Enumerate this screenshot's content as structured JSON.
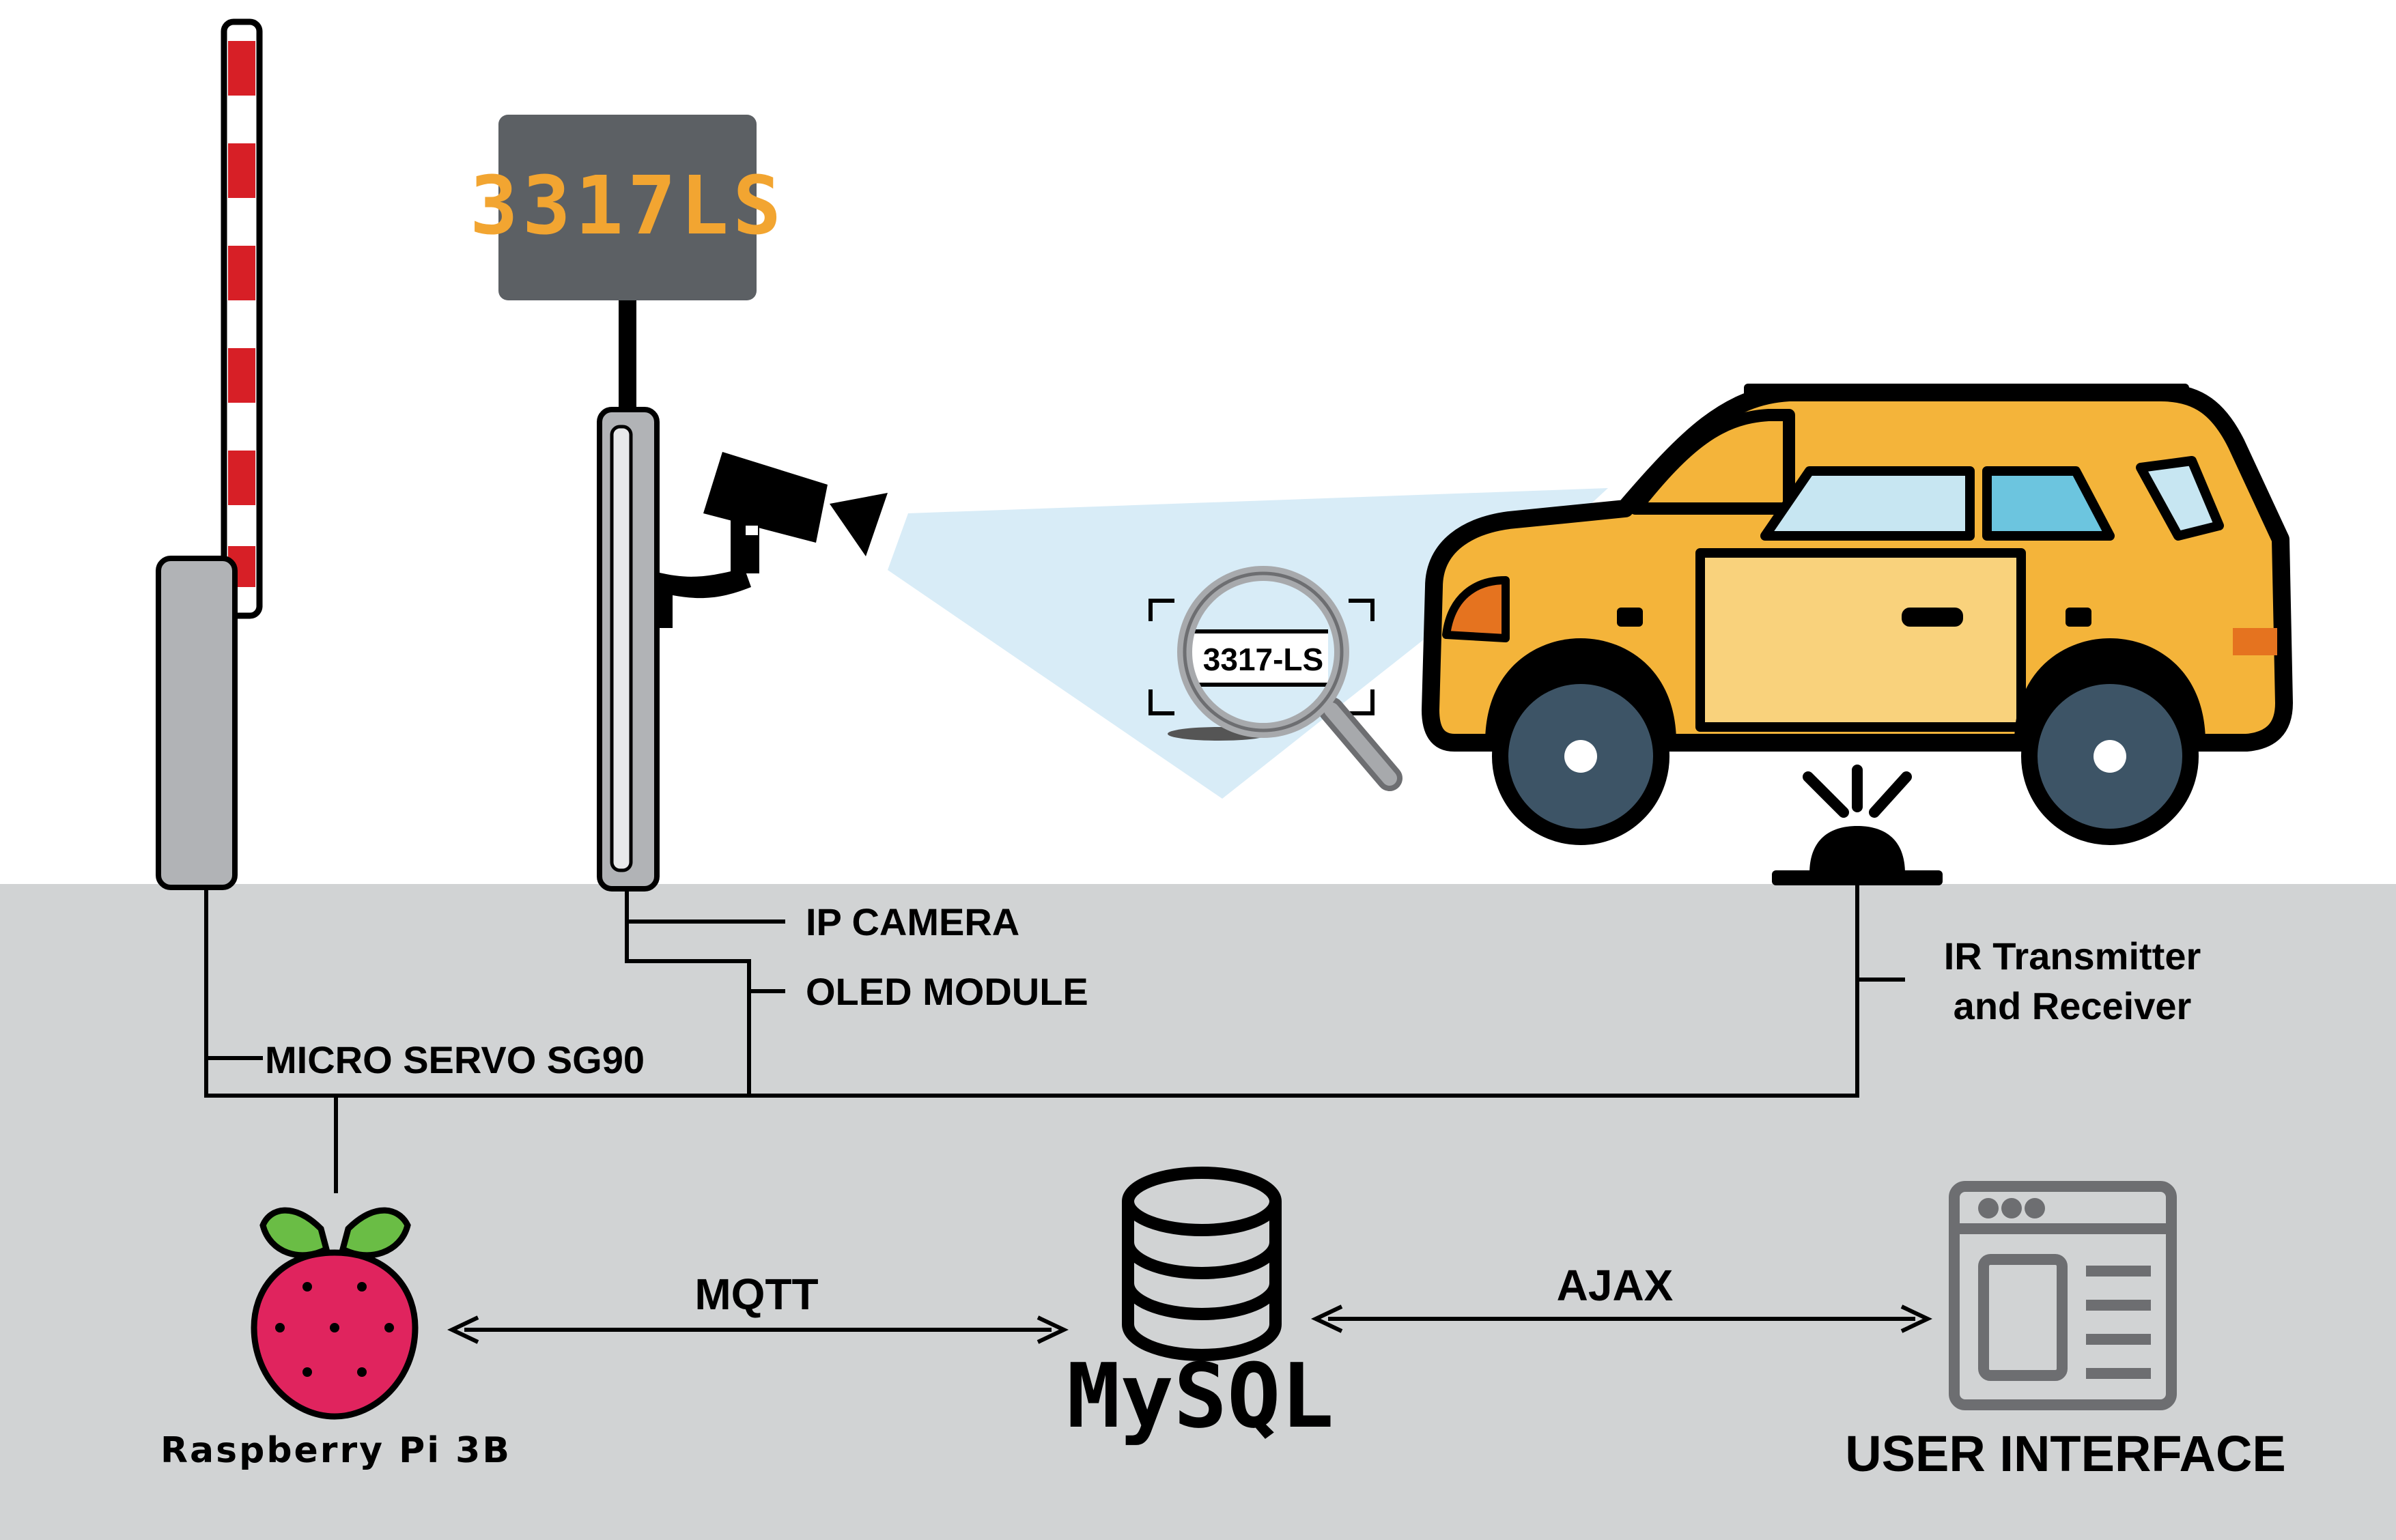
{
  "display": {
    "text": "3317LS",
    "led_color": "#f2a531"
  },
  "plate": {
    "text": "3317-LS"
  },
  "labels": {
    "ip_camera": "IP CAMERA",
    "oled_module": "OLED MODULE",
    "micro_servo": "MICRO SERVO SG90",
    "ir_line1": "IR Transmitter",
    "ir_line2": "and Receiver"
  },
  "nodes": {
    "raspberry_pi": "Raspberry Pi 3B",
    "database": "MySQL",
    "user_interface": "USER INTERFACE"
  },
  "connections": {
    "mqtt": "MQTT",
    "ajax": "AJAX"
  },
  "colors": {
    "ground": "#d1d3d4",
    "barrier_red": "#d71f26",
    "car_body": "#f4b43a",
    "car_door": "#f9d27c",
    "car_window": "#c7e6f2",
    "camera_beam": "#d6ebf7",
    "raspberry": "#e0245e",
    "leaf": "#6abd45"
  }
}
